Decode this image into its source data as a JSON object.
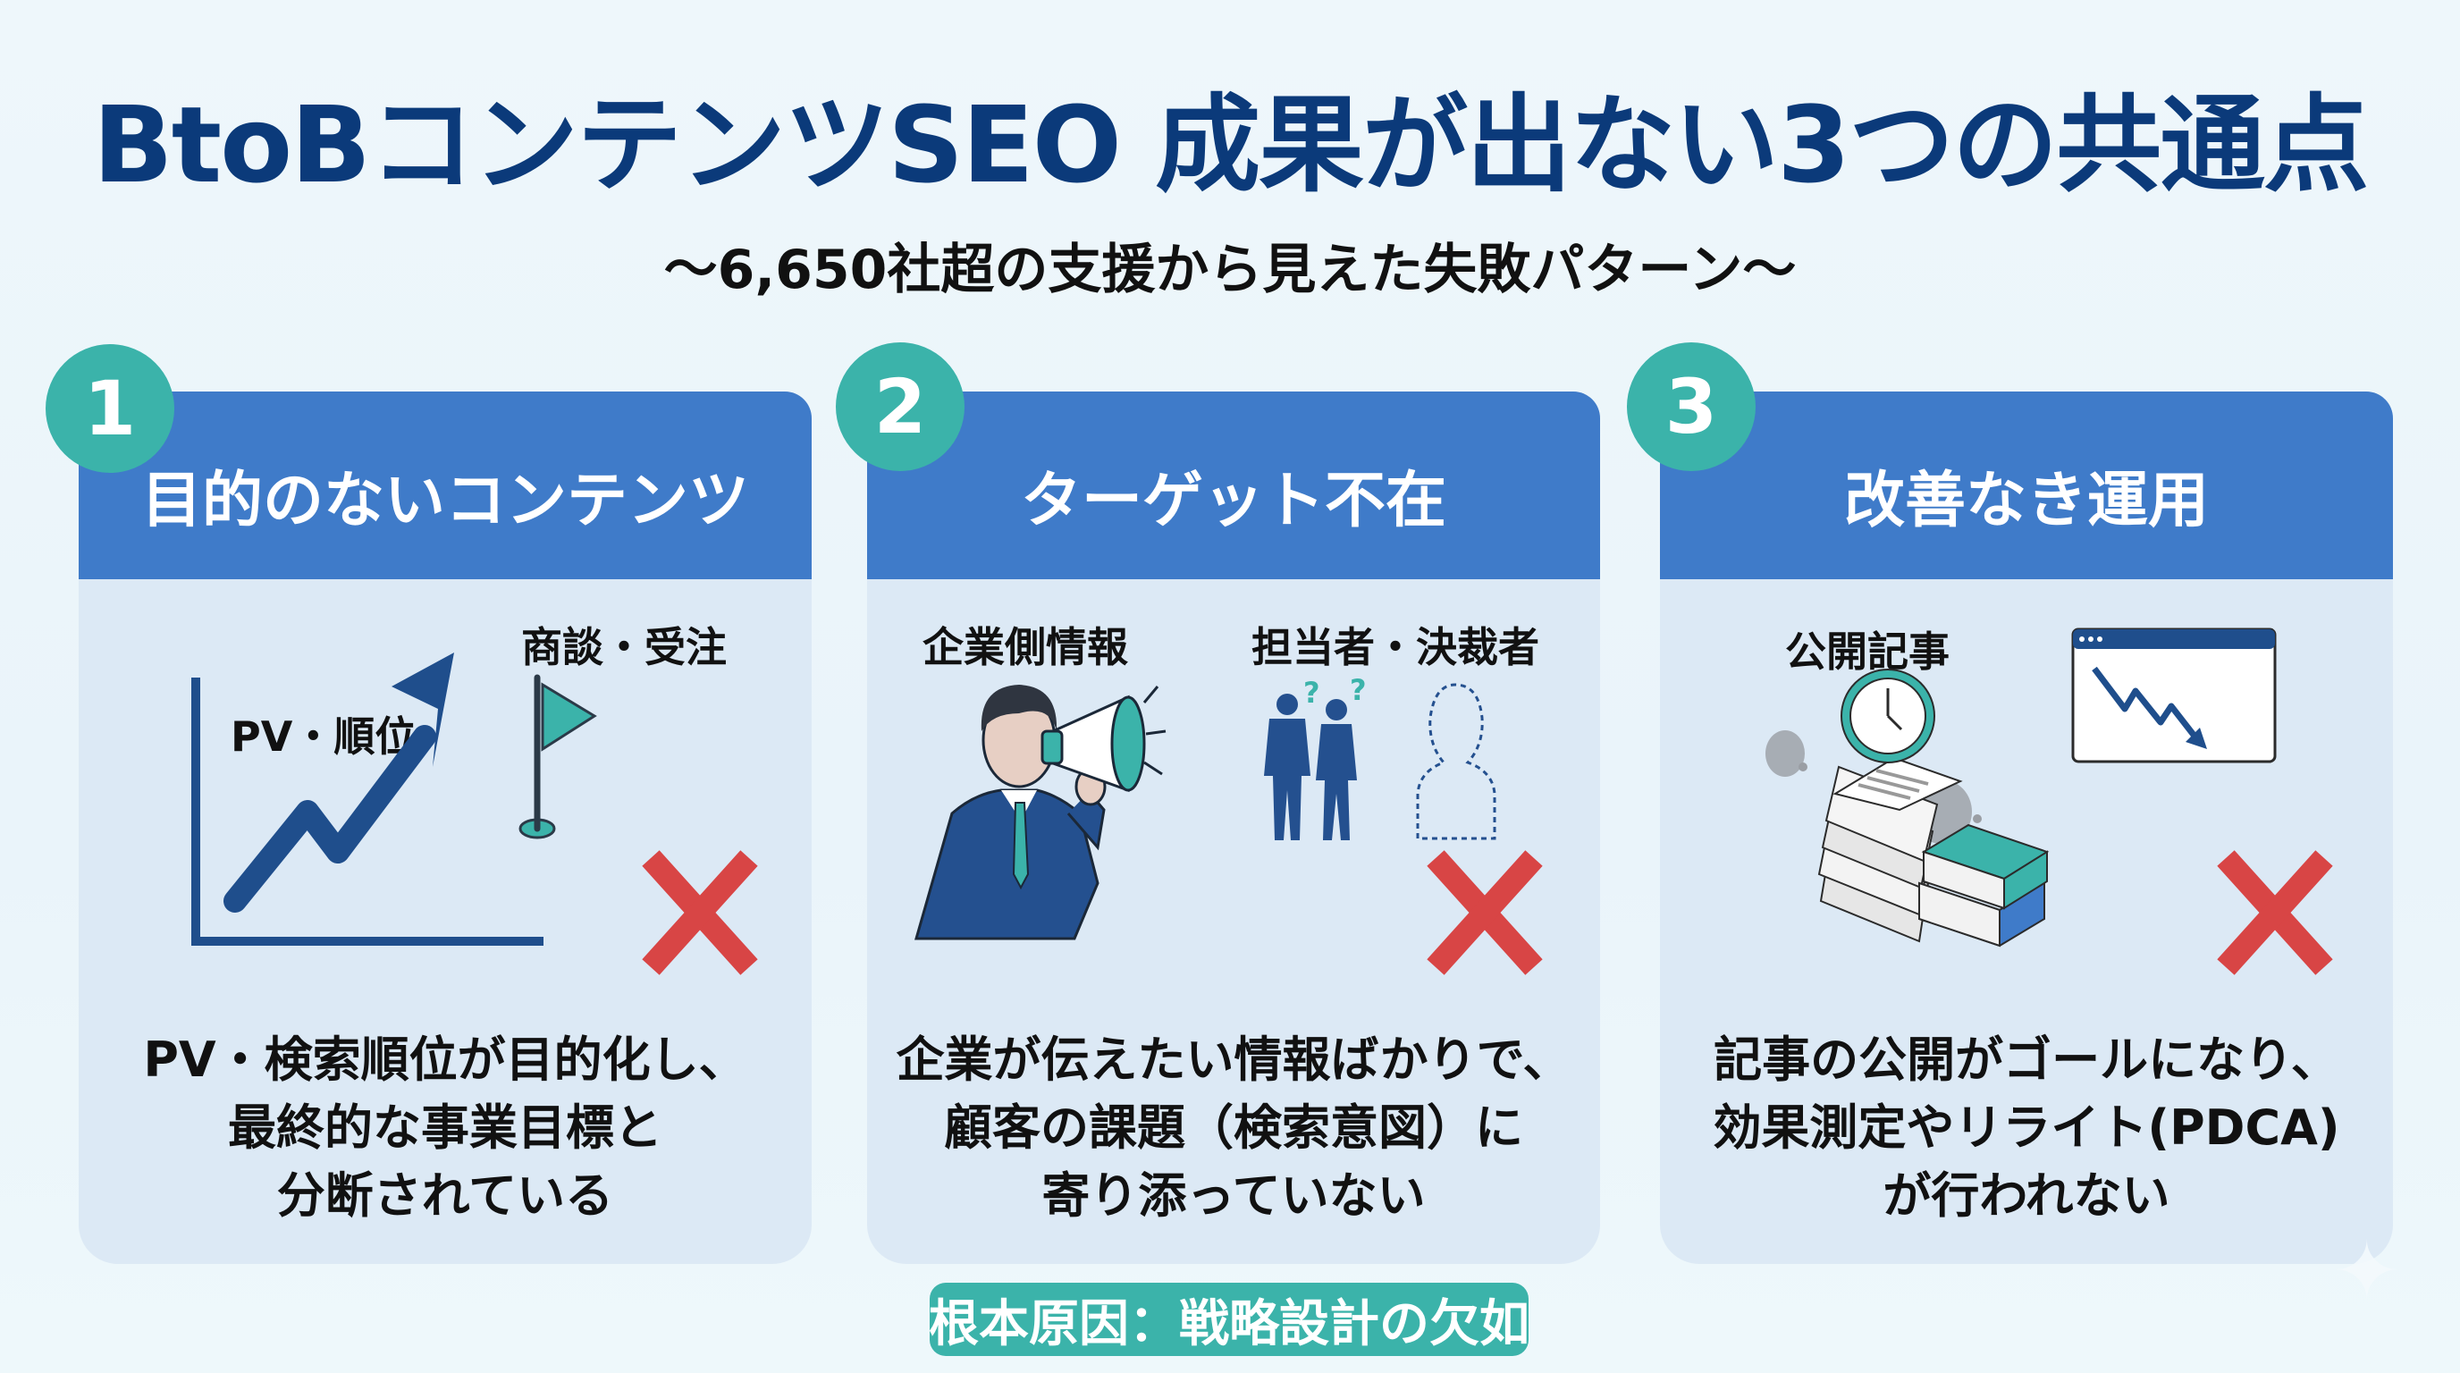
{
  "header": {
    "title": "BtoBコンテンツSEO 成果が出ない3つの共通点",
    "subtitle": "〜6,650社超の支援から見えた失敗パターン〜"
  },
  "cards": [
    {
      "number": "1",
      "title": "目的のないコンテンツ",
      "illustration": {
        "labels": [
          "PV・順位",
          "商談・受注"
        ],
        "icons": [
          "rising-line-chart-icon",
          "goal-flag-icon",
          "red-x-icon"
        ]
      },
      "description": [
        "PV・検索順位が目的化し、",
        "最終的な事業目標と",
        "分断されている"
      ]
    },
    {
      "number": "2",
      "title": "ターゲット不在",
      "illustration": {
        "labels": [
          "企業側情報",
          "担当者・決裁者"
        ],
        "icons": [
          "businessman-megaphone-icon",
          "confused-personas-icon",
          "missing-persona-outline-icon",
          "red-x-icon"
        ]
      },
      "description": [
        "企業が伝えたい情報ばかりで、",
        "顧客の課題（検索意図）に",
        "寄り添っていない"
      ]
    },
    {
      "number": "3",
      "title": "改善なき運用",
      "illustration": {
        "labels": [
          "公開記事"
        ],
        "icons": [
          "paper-stack-icon",
          "clock-icon",
          "books-icon",
          "declining-chart-window-icon",
          "dust-cloud-icon",
          "red-x-icon"
        ]
      },
      "description": [
        "記事の公開がゴールになり、",
        "効果測定やリライト(PDCA)",
        "が行われない"
      ]
    }
  ],
  "footer": {
    "root_cause": "根本原因：戦略設計の欠如"
  },
  "colors": {
    "background": "#eef7fb",
    "title": "#0b3a7a",
    "header_blue": "#3f7bc9",
    "card_body": "#dce9f5",
    "teal": "#3bb3aa",
    "navy_icon": "#1f4e8c",
    "red_x": "#d84545"
  }
}
